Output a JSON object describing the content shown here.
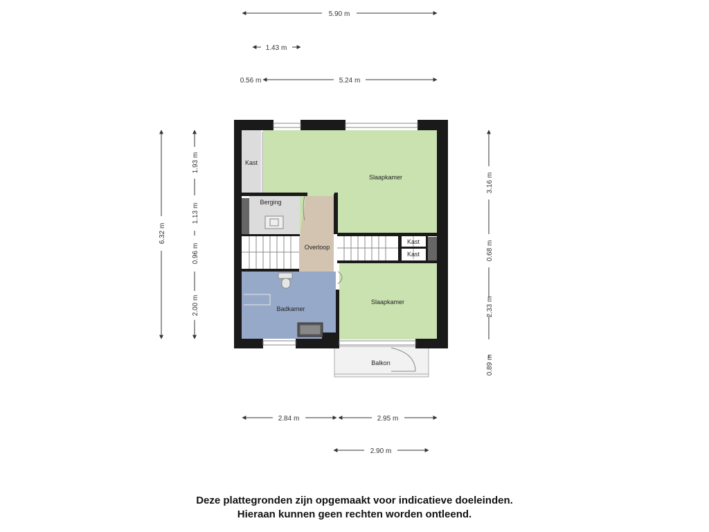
{
  "colors": {
    "wall": "#1a1a1a",
    "bedroom": "#c9e2b0",
    "bathroom": "#97a9c9",
    "landing": "#d2c4b0",
    "storage": "#dcdcdc",
    "balcony": "#f2f2f2",
    "dim_line": "#333333"
  },
  "dimensions": {
    "top_total": "5.90 m",
    "top_small": "1.43 m",
    "top_left": "0.56 m",
    "top_right": "5.24 m",
    "left_total": "6.32 m",
    "left_a": "1.93 m",
    "left_b": "1.13 m",
    "left_c": "0.96 m",
    "left_d": "2.00 m",
    "right_a": "3.16 m",
    "right_b": "0.68 m",
    "right_c": "2.33 m",
    "right_d": "0.89 m",
    "bottom_left": "2.84 m",
    "bottom_right": "2.95 m",
    "bottom_balcony": "2.90 m"
  },
  "rooms": {
    "kast_left": "Kast",
    "slaapkamer_top": "Slaapkamer",
    "berging": "Berging",
    "overloop": "Overloop",
    "kast_1": "Kast",
    "kast_2": "Kast",
    "badkamer": "Badkamer",
    "slaapkamer_bottom": "Slaapkamer",
    "balkon": "Balkon"
  },
  "disclaimer": {
    "line1": "Deze plattegronden zijn opgemaakt voor indicatieve doeleinden.",
    "line2": "Hieraan kunnen geen rechten worden ontleend."
  }
}
